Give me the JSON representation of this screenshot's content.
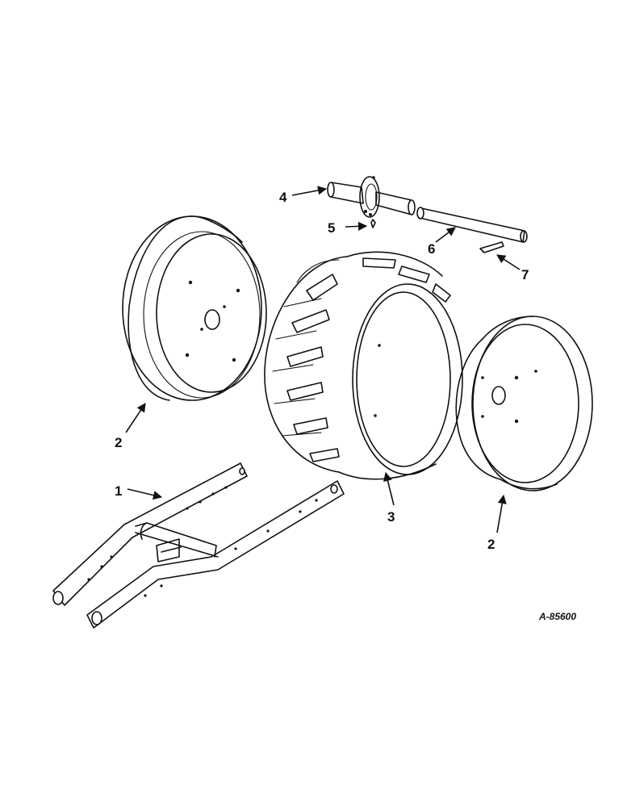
{
  "callouts": {
    "c1": "1",
    "c2_left": "2",
    "c2_right": "2",
    "c3": "3",
    "c4": "4",
    "c5": "5",
    "c6": "6",
    "c7": "7"
  },
  "drawing_number": "A-85600",
  "colors": {
    "ink": "#111111",
    "paper": "#ffffff"
  }
}
